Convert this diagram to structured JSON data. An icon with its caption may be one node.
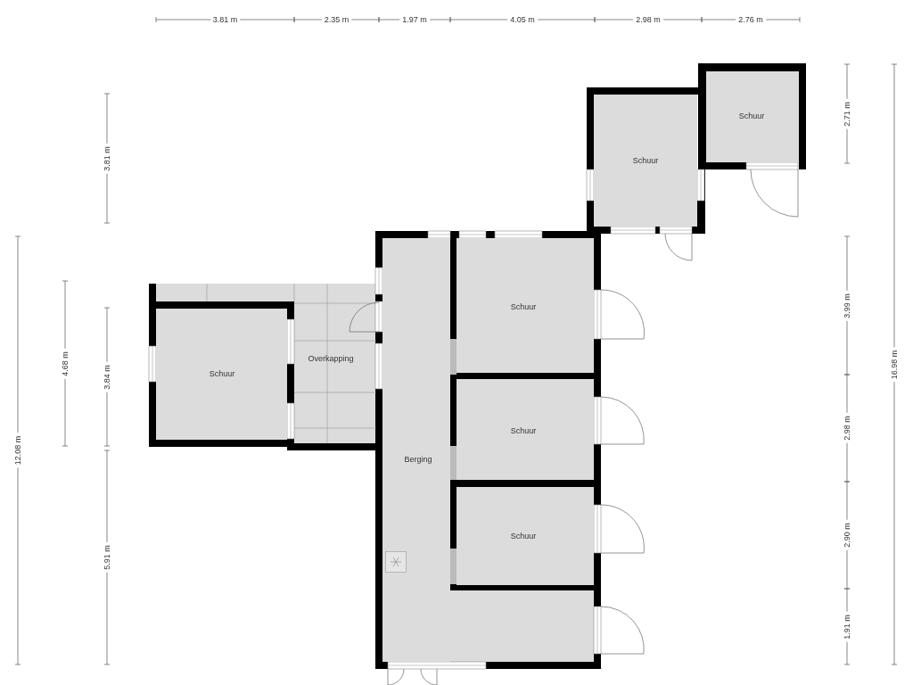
{
  "diagram": {
    "nodes": [
      {
        "text": [
          "Schuur"
        ]
      },
      {
        "text": [
          "Schuur"
        ]
      },
      {
        "text": [
          "Berging"
        ]
      },
      {
        "text": [
          "Schuur"
        ]
      },
      {
        "text": [
          "Overkapping"
        ]
      },
      {
        "text": [
          "Schuur"
        ]
      },
      {
        "text": [
          "Schuur"
        ]
      },
      {
        "text": [
          "Schuur"
        ]
      }
    ],
    "labels": [
      "3.81 m",
      "2.35 m",
      "1.97 m",
      "4.05 m",
      "2.98 m",
      "2.76 m",
      "3.81 m",
      "4.68 m",
      "3.84 m",
      "12.08 m",
      "5.91 m",
      "2.71 m",
      "3.99 m",
      "2.98 m",
      "2.90 m",
      "1.91 m",
      "16.98 m"
    ]
  }
}
